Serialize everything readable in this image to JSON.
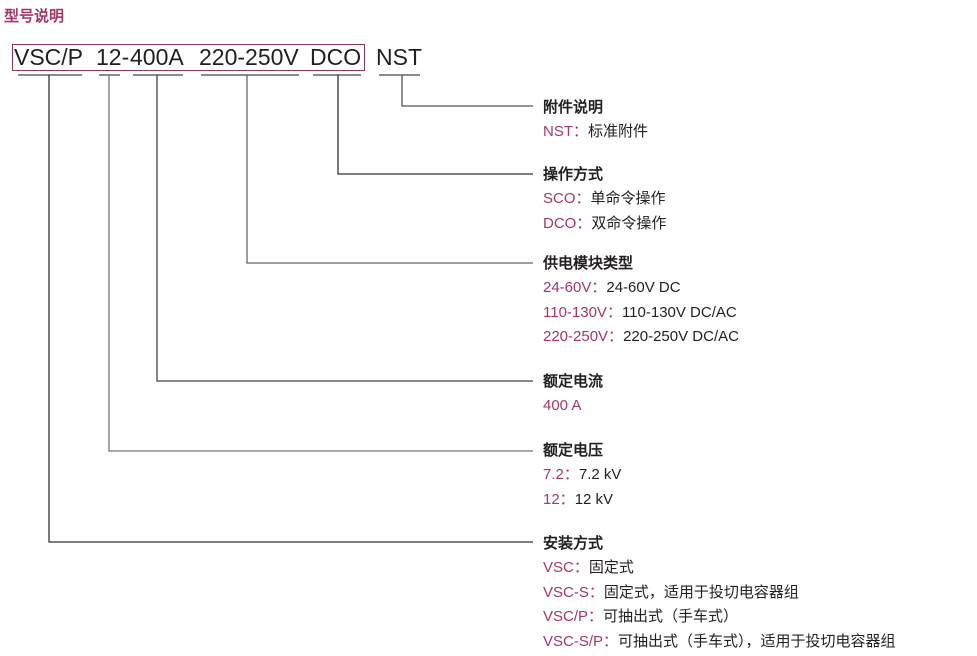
{
  "title": "型号说明",
  "model_code": {
    "segments": [
      "VSC/P",
      "12-",
      "400A",
      "220-250V",
      "DCO",
      "NST"
    ]
  },
  "groups": [
    {
      "title": "附件说明",
      "items": [
        {
          "key": "NST：",
          "value": "标准附件"
        }
      ]
    },
    {
      "title": "操作方式",
      "items": [
        {
          "key": "SCO：",
          "value": "单命令操作"
        },
        {
          "key": "DCO：",
          "value": "双命令操作"
        }
      ]
    },
    {
      "title": "供电模块类型",
      "items": [
        {
          "key": "24-60V：",
          "value": "24-60V DC"
        },
        {
          "key": "110-130V：",
          "value": "110-130V DC/AC"
        },
        {
          "key": "220-250V：",
          "value": "220-250V DC/AC"
        }
      ]
    },
    {
      "title": "额定电流",
      "items": [
        {
          "key": "400 A",
          "value": ""
        }
      ]
    },
    {
      "title": "额定电压",
      "items": [
        {
          "key": "7.2：",
          "value": "7.2 kV"
        },
        {
          "key": "12：",
          "value": "12 kV"
        }
      ]
    },
    {
      "title": "安装方式",
      "items": [
        {
          "key": "VSC：",
          "value": "固定式"
        },
        {
          "key": "VSC-S：",
          "value": "固定式，适用于投切电容器组"
        },
        {
          "key": "VSC/P：",
          "value": "可抽出式（手车式）"
        },
        {
          "key": "VSC-S/P：",
          "value": "可抽出式（手车式），适用于投切电容器组"
        }
      ]
    }
  ],
  "colors": {
    "accent": "#a3366b",
    "text": "#231f20",
    "box_border": "#8a3a5e",
    "line": "#3a3a3a",
    "underline": "#8c8c8c"
  }
}
